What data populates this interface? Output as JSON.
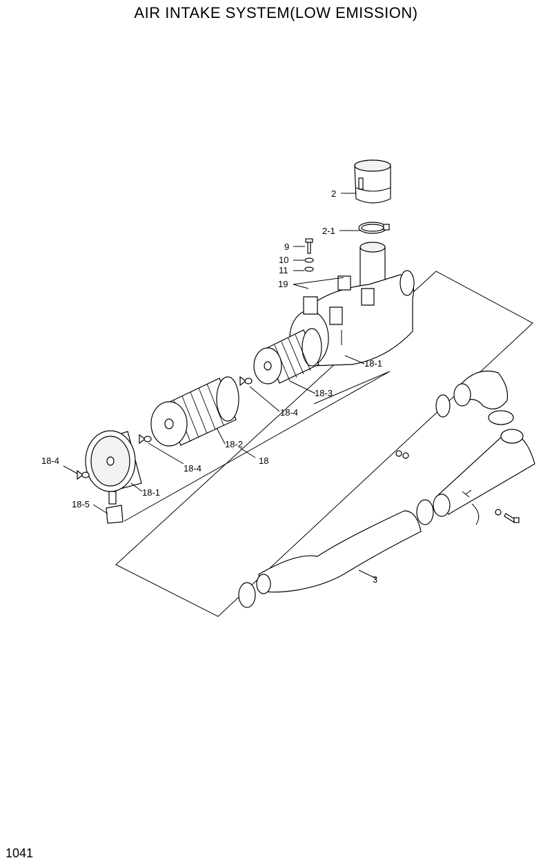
{
  "title": "AIR INTAKE SYSTEM(LOW EMISSION)",
  "page_number": "1041",
  "callouts": {
    "c2": "2",
    "c2_1": "2-1",
    "c9": "9",
    "c10": "10",
    "c11": "11",
    "c19": "19",
    "c18_1_top": "18-1",
    "c18_3": "18-3",
    "c18_4_a": "18-4",
    "c18_2": "18-2",
    "c18": "18",
    "c18_4_b": "18-4",
    "c18_4_c": "18-4",
    "c18_1_bottom": "18-1",
    "c18_5": "18-5",
    "c3": "3"
  }
}
